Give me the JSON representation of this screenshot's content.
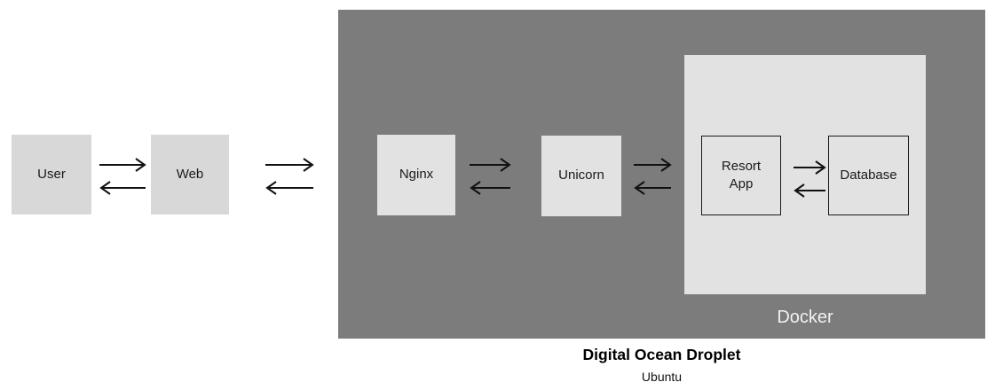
{
  "diagram": {
    "nodes": {
      "user": "User",
      "web": "Web",
      "nginx": "Nginx",
      "unicorn": "Unicorn",
      "resort_app": "Resort App",
      "database": "Database"
    },
    "containers": {
      "docker_label": "Docker",
      "droplet_title": "Digital Ocean Droplet",
      "droplet_subtitle": "Ubuntu"
    },
    "colors": {
      "droplet_bg": "#7c7c7c",
      "outer_node_bg": "#d8d8d8",
      "inner_node_bg": "#e2e2e2",
      "docker_bg": "#e2e2e2",
      "node_border": "#1a1a1a",
      "arrow": "#111111",
      "docker_label": "#f2f2f2"
    }
  }
}
